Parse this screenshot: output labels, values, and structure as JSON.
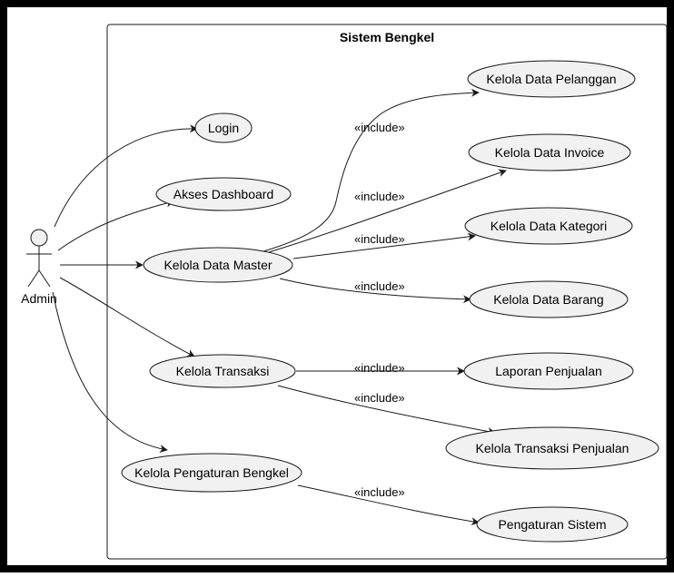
{
  "system": {
    "title": "Sistem Bengkel"
  },
  "actor": {
    "name": "Admin"
  },
  "use_cases": {
    "login": "Login",
    "akses_dashboard": "Akses Dashboard",
    "kelola_data_master": "Kelola Data Master",
    "kelola_transaksi": "Kelola Transaksi",
    "kelola_pengaturan_bengkel": "Kelola Pengaturan Bengkel",
    "kelola_data_pelanggan": "Kelola Data Pelanggan",
    "kelola_data_invoice": "Kelola Data Invoice",
    "kelola_data_kategori": "Kelola Data Kategori",
    "kelola_data_barang": "Kelola Data Barang",
    "laporan_penjualan": "Laporan Penjualan",
    "kelola_transaksi_penjualan": "Kelola Transaksi Penjualan",
    "pengaturan_sistem": "Pengaturan Sistem"
  },
  "relations": {
    "include_label": "«include»"
  },
  "colors": {
    "frame": "#000000",
    "usecase_fill": "#f1f1f1",
    "line": "#181818"
  }
}
